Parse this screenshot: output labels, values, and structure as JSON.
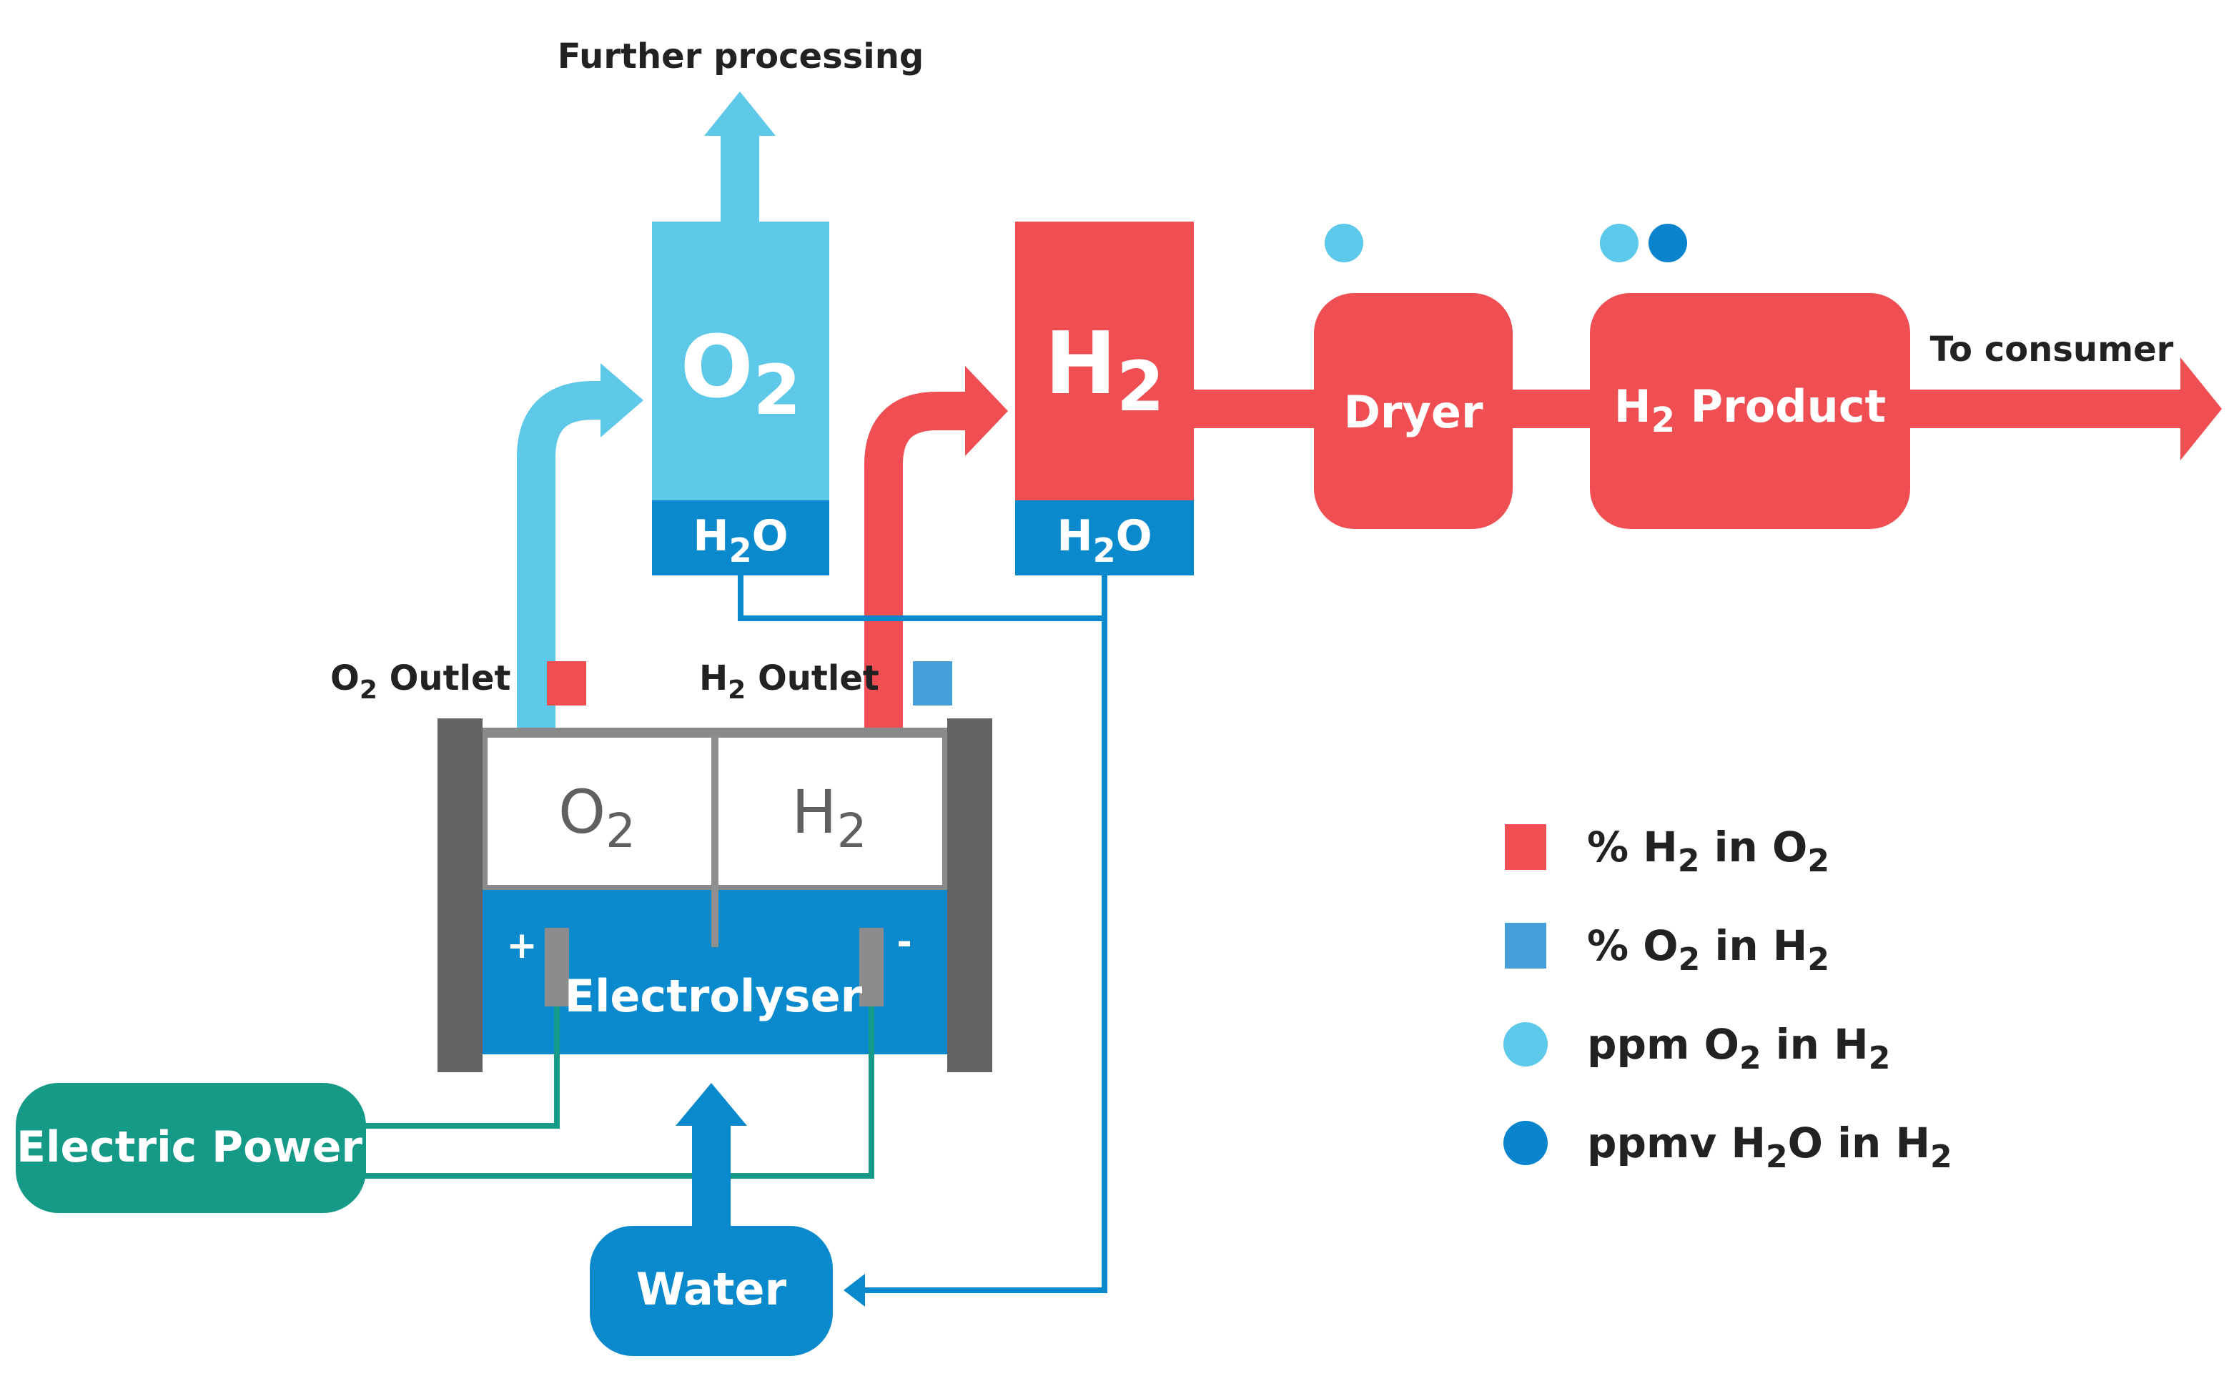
{
  "labels": {
    "further_processing": "Further processing",
    "to_consumer": "To consumer",
    "o2_outlet": "O",
    "o2_outlet_sub": "2",
    "o2_outlet_tail": " Outlet",
    "h2_outlet": "H",
    "h2_outlet_sub": "2",
    "h2_outlet_tail": " Outlet"
  },
  "tanks": {
    "o2": {
      "main": "O",
      "sub": "2",
      "water_main": "H",
      "water_sub": "2",
      "water_tail": "O"
    },
    "h2": {
      "main": "H",
      "sub": "2",
      "water_main": "H",
      "water_sub": "2",
      "water_tail": "O"
    }
  },
  "units": {
    "dryer": "Dryer",
    "product_main": "H",
    "product_sub": "2",
    "product_tail": " Product",
    "electric_power": "Electric Power",
    "water": "Water"
  },
  "electrolyser": {
    "label": "Electrolyser",
    "o2_main": "O",
    "o2_sub": "2",
    "h2_main": "H",
    "h2_sub": "2",
    "plus": "+",
    "minus": "-"
  },
  "legend": [
    {
      "p1": "% H",
      "s1": "2",
      "p2": " in O",
      "s2": "2",
      "p3": "",
      "s3": "",
      "color": "#ef4f53",
      "shape": "square"
    },
    {
      "p1": "% O",
      "s1": "2",
      "p2": " in H",
      "s2": "2",
      "p3": "",
      "s3": "",
      "color": "#459fd8",
      "shape": "square"
    },
    {
      "p1": "ppm O",
      "s1": "2",
      "p2": " in H",
      "s2": "2",
      "p3": "",
      "s3": "",
      "color": "#5dc9ea",
      "shape": "circle"
    },
    {
      "p1": "ppmv H",
      "s1": "2",
      "p2": "O in H",
      "s2": "2",
      "p3": "",
      "s3": "",
      "color": "#0a84cc",
      "shape": "circle"
    }
  ],
  "colors": {
    "oxygen": "#5ec8e8",
    "hydrogen": "#ef4f53",
    "water": "#0a8acd",
    "power": "#149a86",
    "frame": "#636363",
    "o2_sensor": "#5dc9ea",
    "h2o_sensor": "#0a84cc"
  }
}
